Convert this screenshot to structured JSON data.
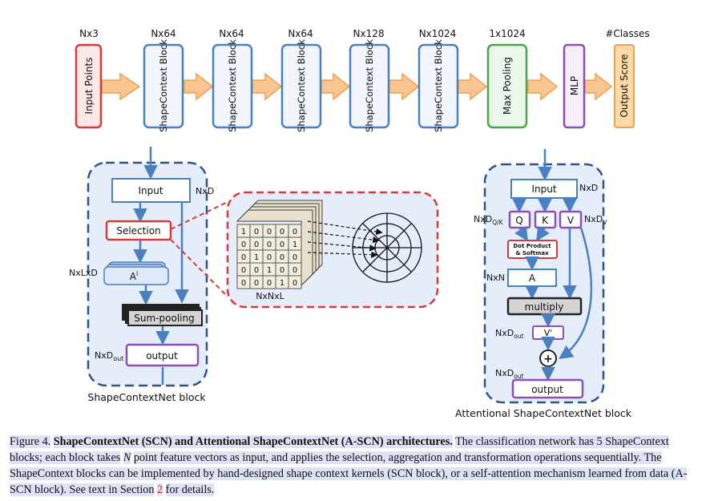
{
  "pipeline": {
    "dims": [
      "Nx3",
      "Nx64",
      "Nx64",
      "Nx64",
      "Nx128",
      "Nx1024",
      "1x1024",
      "#Classes"
    ],
    "blocks": [
      "Input Points",
      "ShapeContext Block",
      "ShapeContext Block",
      "ShapeContext Block",
      "ShapeContext Block",
      "ShapeContext Block",
      "Max Pooling",
      "MLP",
      "Output Score"
    ]
  },
  "scn": {
    "input": "Input",
    "nxd": "NxD",
    "selection": "Selection",
    "nxlxd": "NxLxD",
    "a_label": "A",
    "a_sup": "l",
    "sum_pooling": "Sum-pooling",
    "nxd_out_main": "NxD",
    "nxd_out_sub": "out",
    "output": "output",
    "title": "ShapeContextNet block"
  },
  "kernel": {
    "matrix": [
      [
        "1",
        "0",
        "0",
        "0",
        "0"
      ],
      [
        "0",
        "0",
        "0",
        "0",
        "1"
      ],
      [
        "0",
        "1",
        "0",
        "0",
        "0"
      ],
      [
        "0",
        "0",
        "1",
        "0",
        "0"
      ],
      [
        "0",
        "0",
        "0",
        "1",
        "0"
      ]
    ],
    "label": "NxNxL"
  },
  "ascn": {
    "input": "Input",
    "nxd": "NxD",
    "nxd_qk_main": "NxD",
    "nxd_qk_sub": "Q/K",
    "q": "Q",
    "k": "K",
    "v": "V",
    "nxd_v_main": "NxD",
    "nxd_v_sub": "V",
    "dot_product_1": "Dot Product",
    "dot_product_2": "& Softmax",
    "nxn": "NxN",
    "a": "A",
    "multiply": "multiply",
    "nxd_out1_main": "NxD",
    "nxd_out1_sub": "out",
    "v_prime": "V'",
    "plus": "+",
    "nxd_out2_main": "NxD",
    "nxd_out2_sub": "out",
    "output": "output",
    "title": "Attentional ShapeContextNet block"
  },
  "caption": {
    "figure": "Figure 4.",
    "title": "ShapeContextNet (SCN) and Attentional ShapeContextNet (A-SCN) architectures.",
    "text1": "The classification network has 5 ShapeContext blocks; each block takes",
    "n": "N",
    "text2": "point feature vectors as input, and applies the selection, aggregation and transformation operations sequentially. The ShapeContext blocks can be implemented by hand-designed shape context kernels (SCN block), or a self-attention mechanism learned from data (A-SCN block). See text in Section",
    "section": "2",
    "text3": "for details."
  },
  "colors": {
    "blue": "#4a80c0",
    "orange": "#f5a55a",
    "red": "#d63a3a",
    "green": "#4aa54a",
    "purple": "#8a4fb8",
    "panel_fill": "#e6edfa",
    "panel_border": "#2f5584"
  }
}
